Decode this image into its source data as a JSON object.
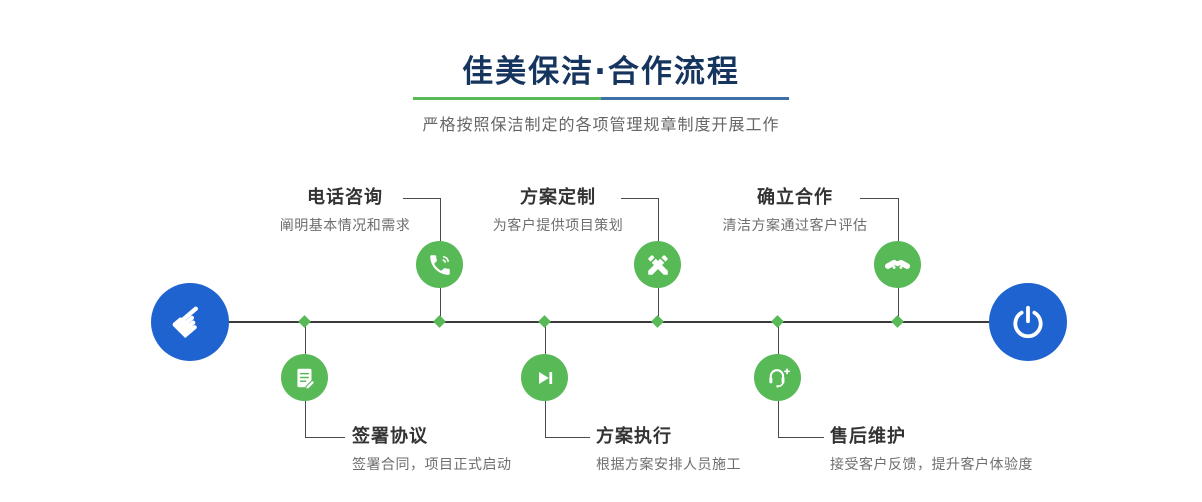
{
  "header": {
    "title": "佳美保洁·合作流程",
    "subtitle": "严格按照保洁制定的各项管理规章制度开展工作"
  },
  "steps_top": [
    {
      "title": "电话咨询",
      "desc": "阐明基本情况和需求",
      "icon": "phone-icon"
    },
    {
      "title": "方案定制",
      "desc": "为客户提供项目策划",
      "icon": "design-pencils-icon"
    },
    {
      "title": "确立合作",
      "desc": "清洁方案通过客户评估",
      "icon": "handshake-icon"
    }
  ],
  "steps_bottom": [
    {
      "title": "签署协议",
      "desc": "签署合同，项目正式启动",
      "icon": "contract-icon"
    },
    {
      "title": "方案执行",
      "desc": "根据方案安排人员施工",
      "icon": "execute-play-icon"
    },
    {
      "title": "售后维护",
      "desc": "接受客户反馈，提升客户体验度",
      "icon": "aftersales-headset-icon"
    }
  ],
  "endpoints": {
    "start_icon": "pointing-hand-icon",
    "end_icon": "power-icon"
  },
  "icons": {
    "start_glyph": "☛"
  },
  "colors": {
    "title_navy": "#16355e",
    "accent_green": "#58b957",
    "accent_blue": "#1e63d0",
    "divider_blue": "#3d6fa8",
    "timeline_gray": "#3b3b3b",
    "text_gray": "#666666"
  }
}
